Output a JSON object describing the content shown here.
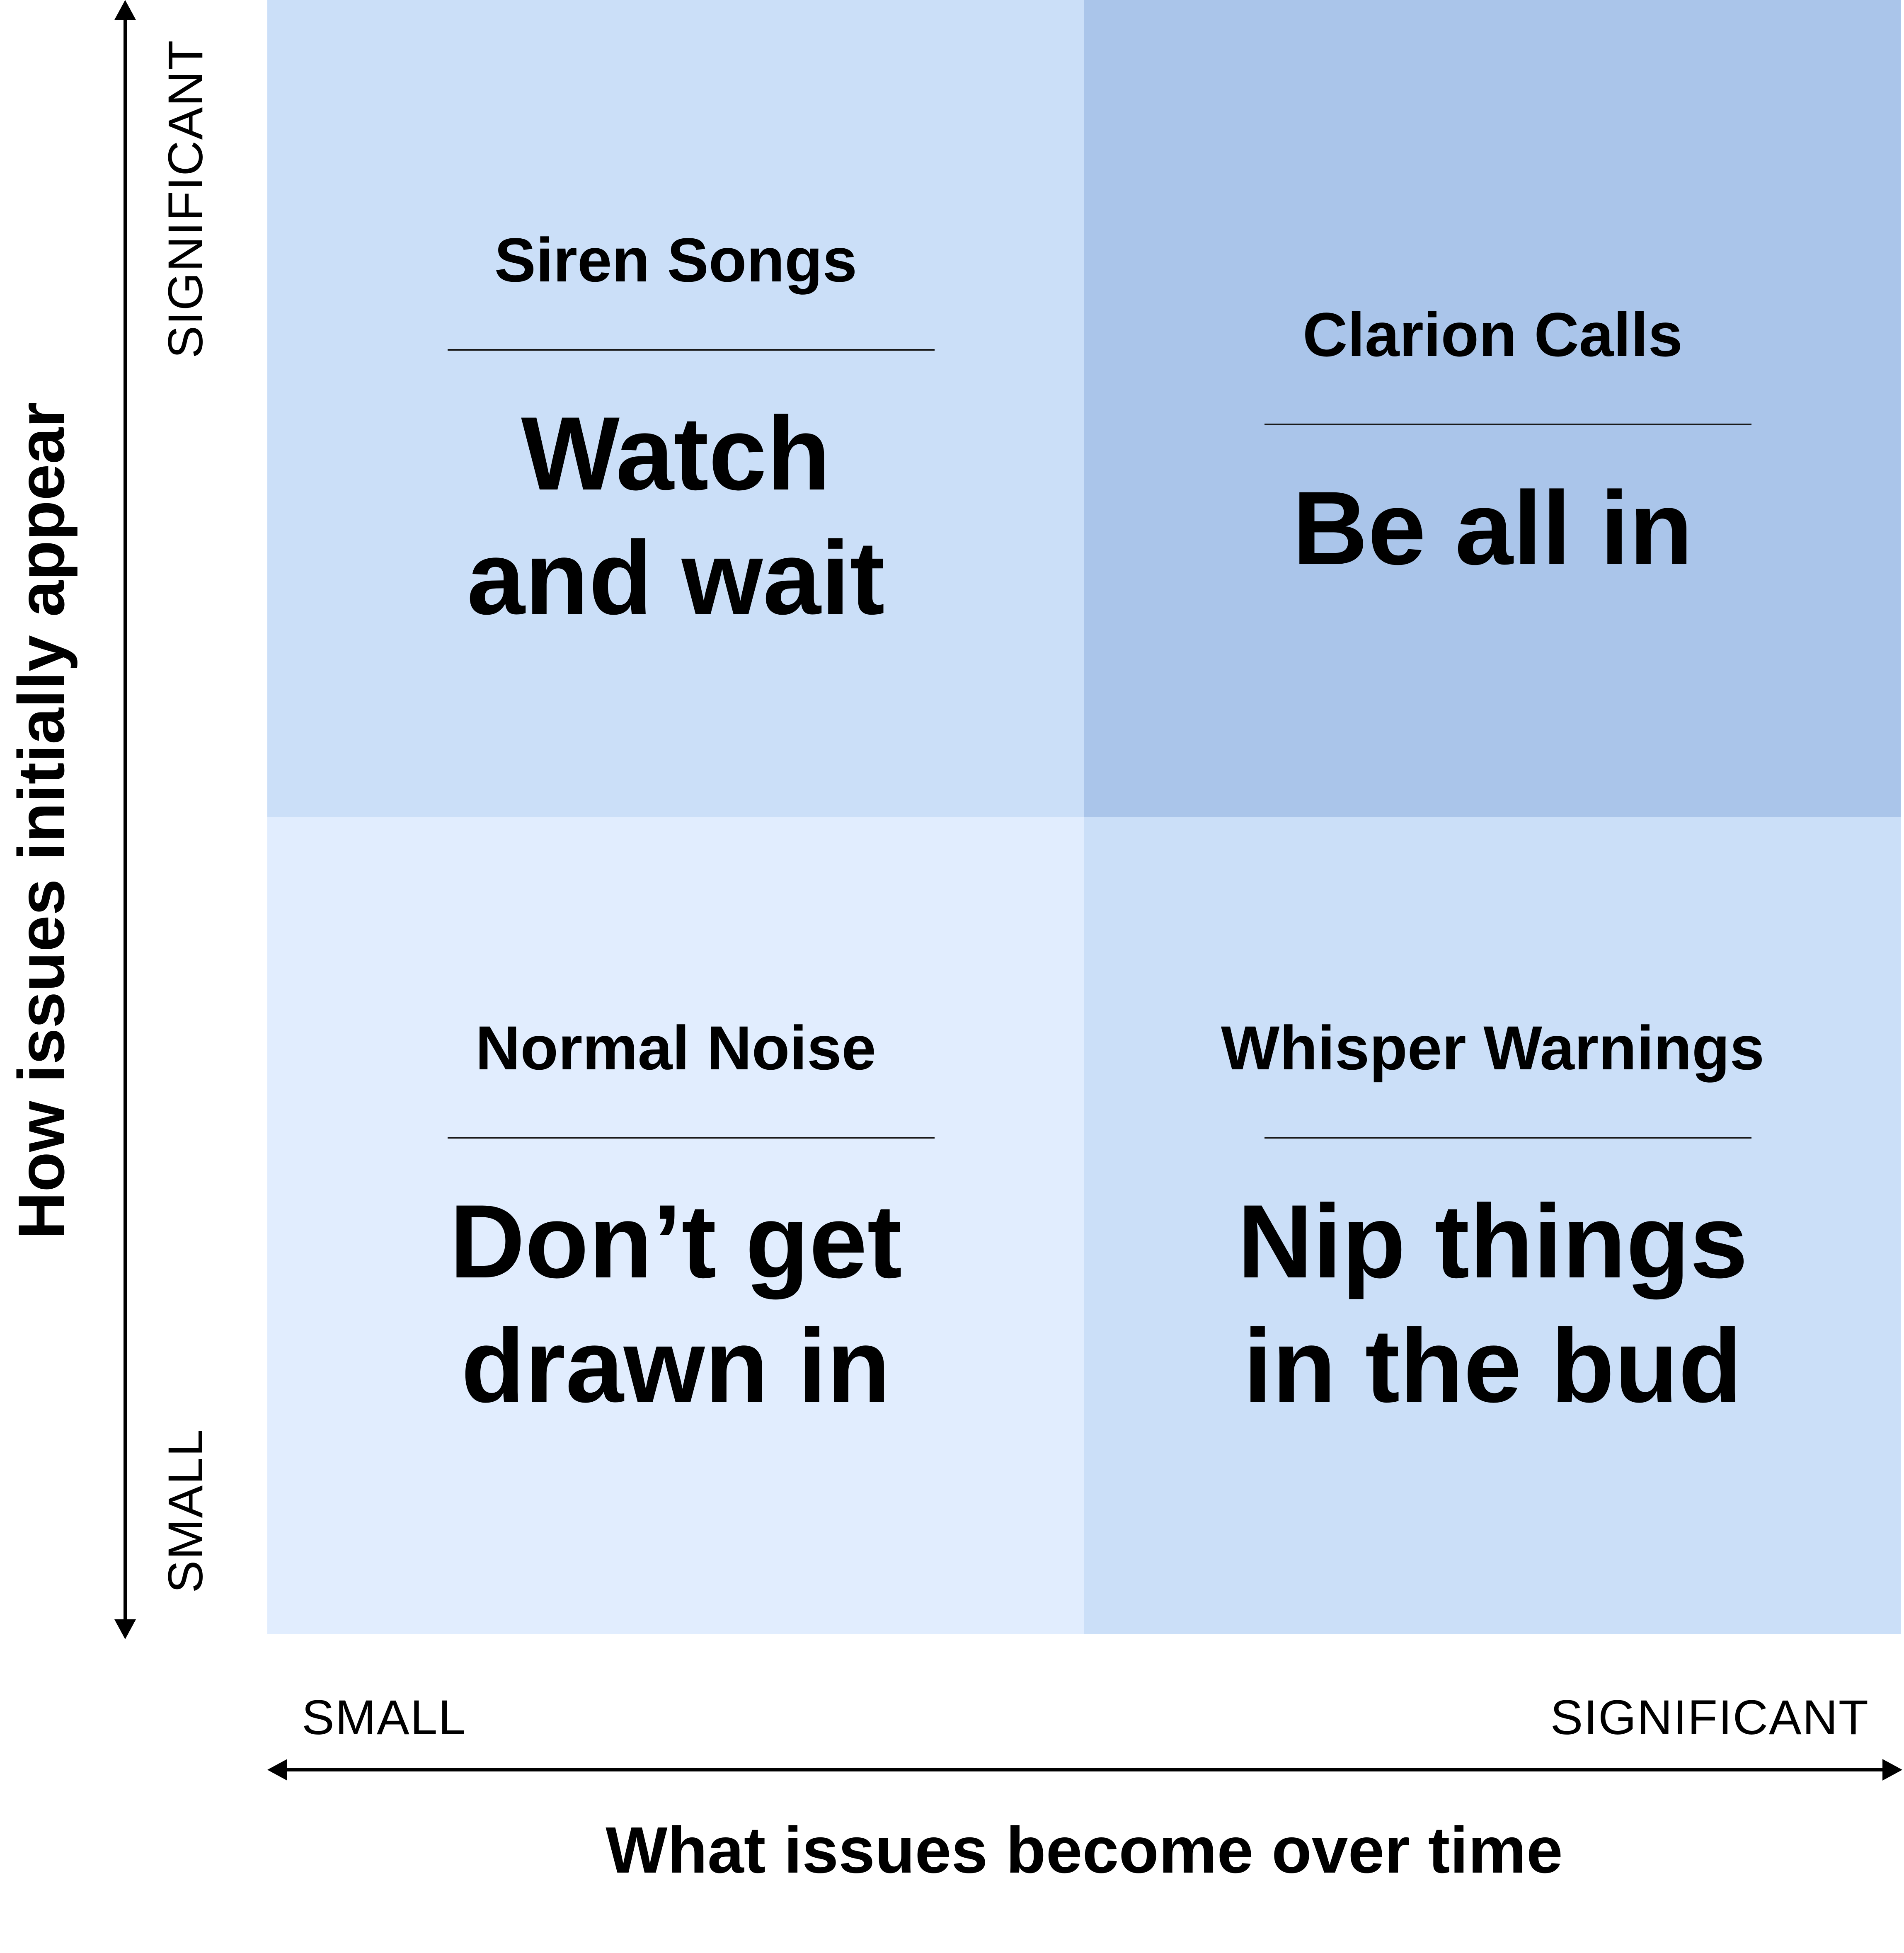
{
  "colors": {
    "quadrant_light": "#e1edfe",
    "quadrant_medium": "#cbdff8",
    "quadrant_dark": "#aac5ea",
    "ink": "#000000"
  },
  "axes": {
    "x_title": "What issues become over time",
    "x_min_label": "SMALL",
    "x_max_label": "SIGNIFICANT",
    "y_title": "How issues initially appear",
    "y_min_label": "SMALL",
    "y_max_label": "SIGNIFICANT"
  },
  "quadrants": {
    "top_left": {
      "title": "Siren Songs",
      "action_lines": [
        "Watch",
        "and wait"
      ],
      "fill": "#cbdff8"
    },
    "top_right": {
      "title": "Clarion Calls",
      "action_lines": [
        "Be all in"
      ],
      "fill": "#aac5ea"
    },
    "bottom_left": {
      "title": "Normal Noise",
      "action_lines": [
        "Don’t get",
        "drawn in"
      ],
      "fill": "#e1edfe"
    },
    "bottom_right": {
      "title": "Whisper Warnings",
      "action_lines": [
        "Nip things",
        "in the bud"
      ],
      "fill": "#cbdff8"
    }
  }
}
